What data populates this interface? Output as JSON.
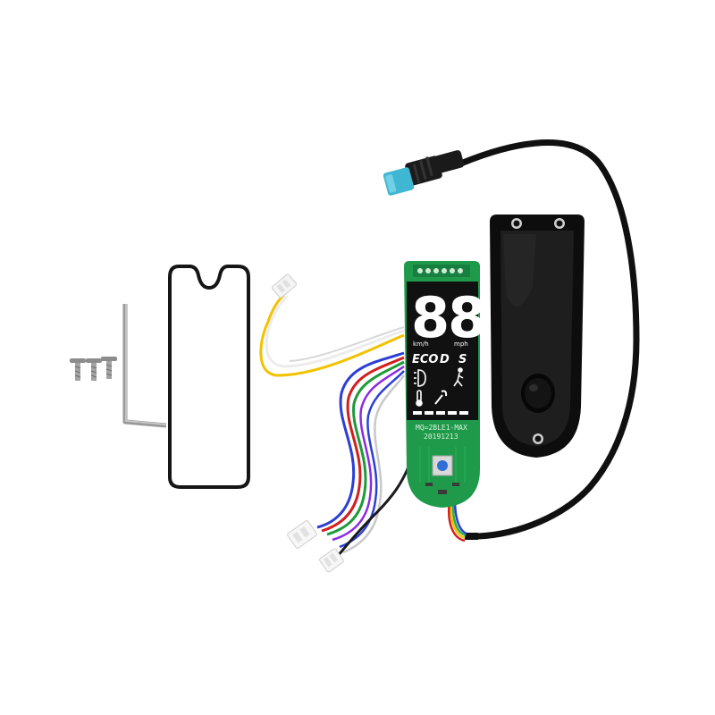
{
  "image": {
    "description_items": [
      "screws",
      "hex-key",
      "gasket",
      "dashboard-pcb",
      "cover-with-cable"
    ]
  },
  "display": {
    "digits": "88",
    "unit_left": "km/h",
    "unit_right": "mph",
    "mode_eco": "ECO",
    "mode_d": "D",
    "mode_s": "S"
  },
  "pcb": {
    "silkscreen_line1": "MQ=2BLE1-MAX",
    "silkscreen_line2": "20191213"
  },
  "colors": {
    "pcb_green": "#1f9a4a",
    "display_black": "#111111",
    "connector_blue": "#3fb7d3",
    "button_blue": "#2f6fd6",
    "wire_yellow": "#f2c200",
    "wire_red": "#d11f1f",
    "wire_blue": "#2b3fd6",
    "wire_green": "#1f9a3a",
    "wire_black": "#1a1a1a",
    "wire_white": "#e8e8e8"
  }
}
